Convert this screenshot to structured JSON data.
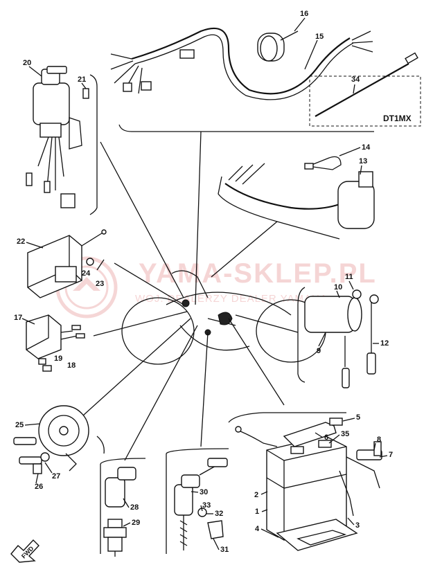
{
  "watermark": {
    "main": "YAMA-SKLEP.PL",
    "sub": "WOJ. DEALERZY DEALER YAMAHA"
  },
  "model_label": "DT1MX",
  "fwd_label": "FWD",
  "parts": [
    {
      "id": "p1",
      "label": "1"
    },
    {
      "id": "p2",
      "label": "2"
    },
    {
      "id": "p3",
      "label": "3"
    },
    {
      "id": "p4",
      "label": "4"
    },
    {
      "id": "p5",
      "label": "5"
    },
    {
      "id": "p6",
      "label": "6"
    },
    {
      "id": "p7",
      "label": "7"
    },
    {
      "id": "p8",
      "label": "8"
    },
    {
      "id": "p9",
      "label": "9"
    },
    {
      "id": "p10",
      "label": "10"
    },
    {
      "id": "p11",
      "label": "11"
    },
    {
      "id": "p12",
      "label": "12"
    },
    {
      "id": "p13",
      "label": "13"
    },
    {
      "id": "p14",
      "label": "14"
    },
    {
      "id": "p15",
      "label": "15"
    },
    {
      "id": "p16",
      "label": "16"
    },
    {
      "id": "p17",
      "label": "17"
    },
    {
      "id": "p18",
      "label": "18"
    },
    {
      "id": "p19",
      "label": "19"
    },
    {
      "id": "p20",
      "label": "20"
    },
    {
      "id": "p21",
      "label": "21"
    },
    {
      "id": "p22",
      "label": "22"
    },
    {
      "id": "p23",
      "label": "23"
    },
    {
      "id": "p24",
      "label": "24"
    },
    {
      "id": "p25",
      "label": "25"
    },
    {
      "id": "p26",
      "label": "26"
    },
    {
      "id": "p27",
      "label": "27"
    },
    {
      "id": "p28",
      "label": "28"
    },
    {
      "id": "p29",
      "label": "29"
    },
    {
      "id": "p30",
      "label": "30"
    },
    {
      "id": "p31",
      "label": "31"
    },
    {
      "id": "p32",
      "label": "32"
    },
    {
      "id": "p33",
      "label": "33"
    },
    {
      "id": "p34",
      "label": "34"
    },
    {
      "id": "p35",
      "label": "35"
    }
  ]
}
